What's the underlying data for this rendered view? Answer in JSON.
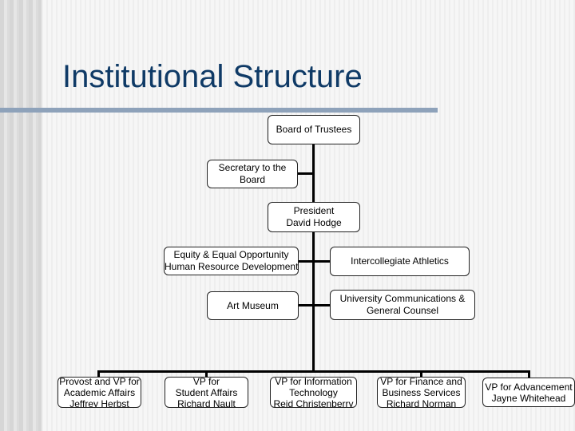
{
  "title": "Institutional Structure",
  "nodes": {
    "board": [
      "Board of Trustees"
    ],
    "secretary": [
      "Secretary to the",
      "Board"
    ],
    "president": [
      "President",
      "David Hodge"
    ],
    "equity": [
      "Equity & Equal Opportunity",
      "Human Resource Development"
    ],
    "athletics": [
      "Intercollegiate Athletics"
    ],
    "art": [
      "Art Museum"
    ],
    "comm": [
      "University Communications &",
      "General Counsel"
    ],
    "provost": [
      "Provost and VP for",
      "Academic Affairs",
      "Jeffrey Herbst"
    ],
    "student": [
      "VP for",
      "Student Affairs",
      "Richard Nault"
    ],
    "it": [
      "VP for Information",
      "Technology",
      "Reid Christenberry"
    ],
    "finance": [
      "VP for Finance and",
      "Business Services",
      "Richard Norman"
    ],
    "advancement": [
      "VP for Advancement",
      "Jayne Whitehead"
    ]
  }
}
